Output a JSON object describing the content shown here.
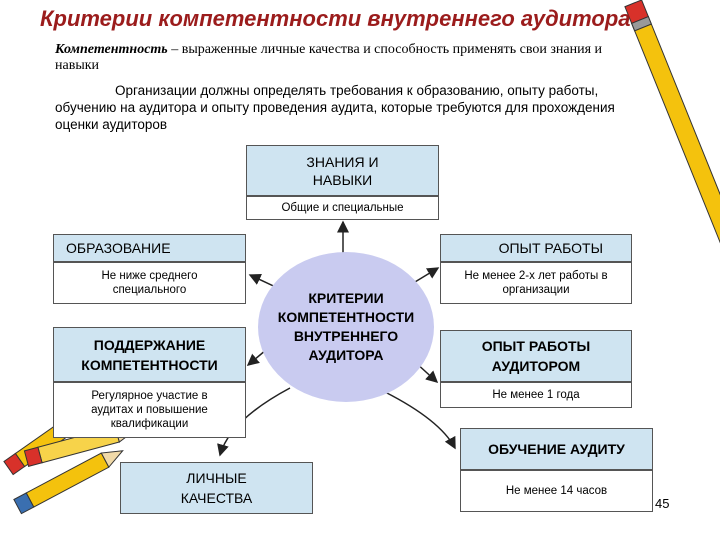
{
  "title": "Критерии компетентности внутреннего аудитора",
  "definition": {
    "term": "Компетентность",
    "text": " – выраженные личные качества и способность применять свои знания и навыки"
  },
  "paragraph": "Организации должны определять требования к образованию, опыту работы, обучению на аудитора и опыту проведения аудита, которые требуются для прохождения оценки аудиторов",
  "center": {
    "lines": [
      "КРИТЕРИИ",
      "КОМПЕТЕНТНОСТИ",
      "ВНУТРЕННЕГО",
      "АУДИТОРА"
    ]
  },
  "nodes": {
    "knowledge": {
      "title_lines": [
        "ЗНАНИЯ И",
        "НАВЫКИ"
      ],
      "detail": "Общие и специальные"
    },
    "education": {
      "title": "ОБРАЗОВАНИЕ",
      "detail_lines": [
        "Не ниже среднего",
        "специального"
      ]
    },
    "experience": {
      "title": "ОПЫТ РАБОТЫ",
      "detail_lines": [
        "Не менее 2-х лет работы в",
        "организации"
      ]
    },
    "maintaining": {
      "title_lines": [
        "ПОДДЕРЖАНИЕ",
        "КОМПЕТЕНТНОСТИ"
      ],
      "detail_lines": [
        "Регулярное участие в",
        "аудитах и повышение",
        "квалификации"
      ]
    },
    "auditor_experience": {
      "title_lines": [
        "ОПЫТ РАБОТЫ",
        "АУДИТОРОМ"
      ],
      "detail": "Не менее 1 года"
    },
    "personal": {
      "title_lines": [
        "ЛИЧНЫЕ",
        "КАЧЕСТВА"
      ]
    },
    "training": {
      "title": "ОБУЧЕНИЕ АУДИТУ",
      "detail": "Не менее 14 часов"
    }
  },
  "page_number": "45",
  "colors": {
    "title": "#9b1c1c",
    "box_fill": "#cfe4f1",
    "center_fill": "#c9cbf0",
    "pencil_yellow": "#f4c20d",
    "pencil_red": "#d8312a"
  }
}
